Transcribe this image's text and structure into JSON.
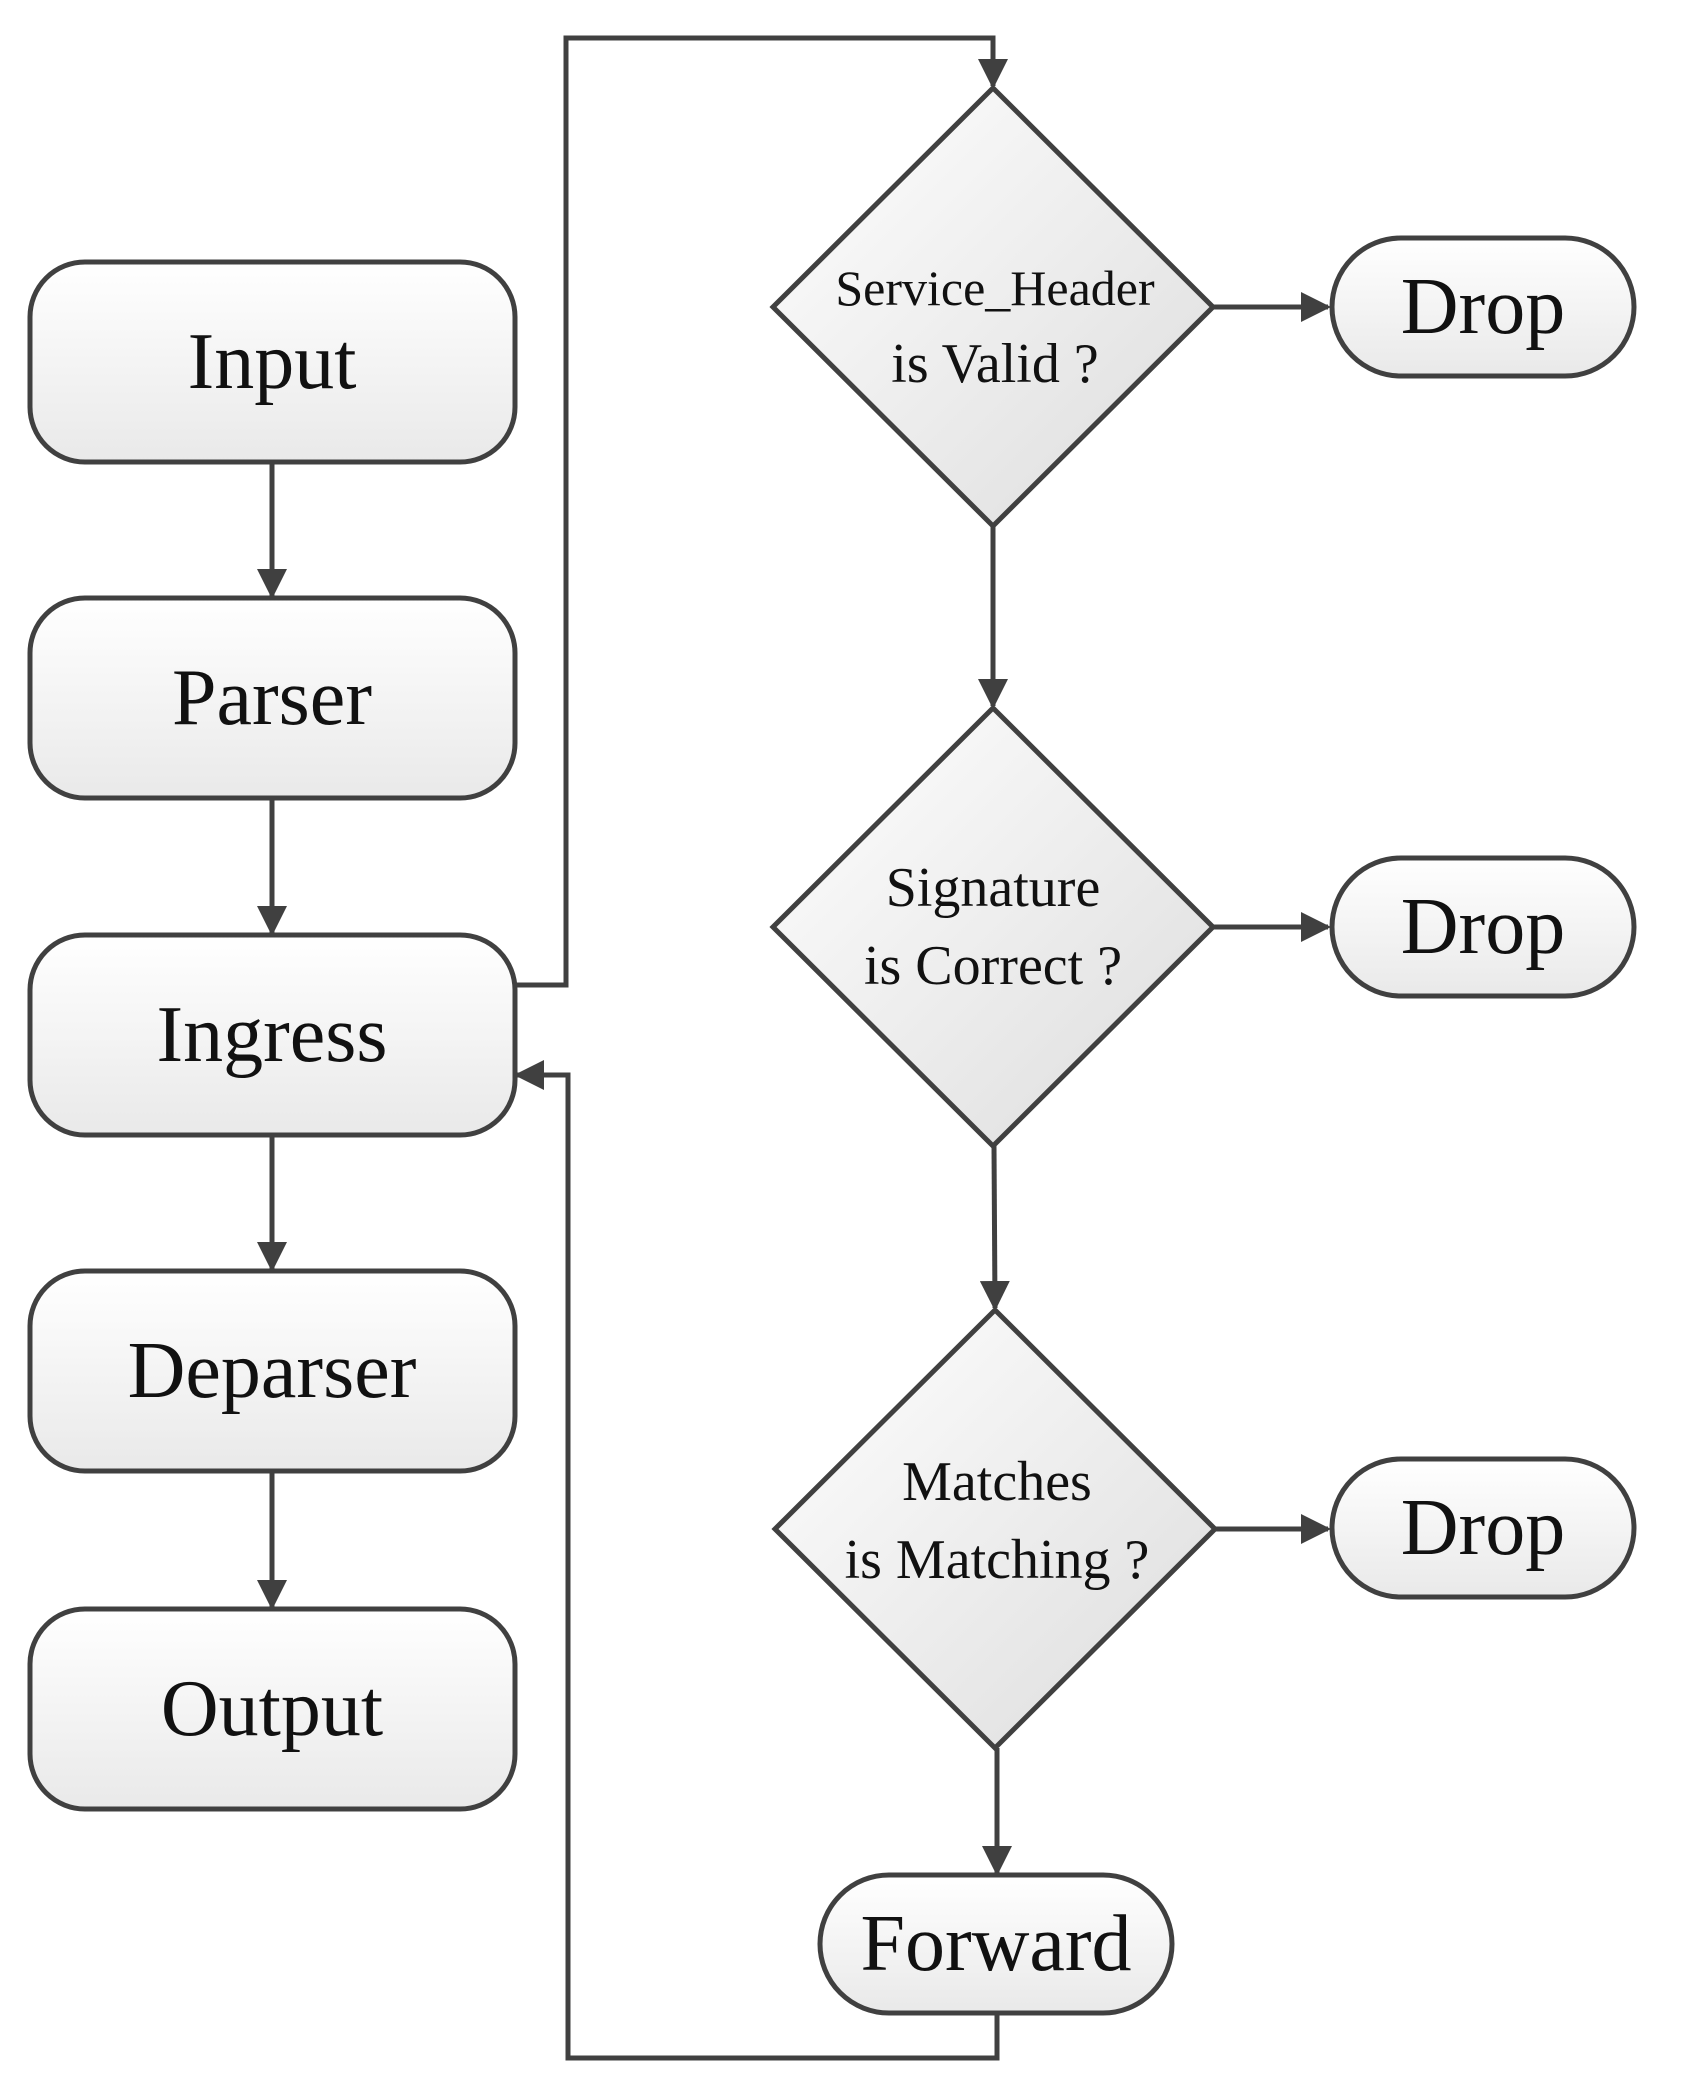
{
  "pipeline": {
    "input": "Input",
    "parser": "Parser",
    "ingress": "Ingress",
    "deparser": "Deparser",
    "output": "Output"
  },
  "decisions": {
    "service_header": [
      "Service_Header",
      "is Valid ?"
    ],
    "signature": [
      "Signature",
      "is Correct ?"
    ],
    "matches": [
      "Matches",
      "is Matching ?"
    ]
  },
  "outcomes": {
    "drop_1": "Drop",
    "drop_2": "Drop",
    "drop_3": "Drop",
    "forward": "Forward"
  },
  "colors": {
    "stroke": "#404040",
    "fill_top": "#ffffff",
    "fill_bottom": "#e9e9e9"
  }
}
